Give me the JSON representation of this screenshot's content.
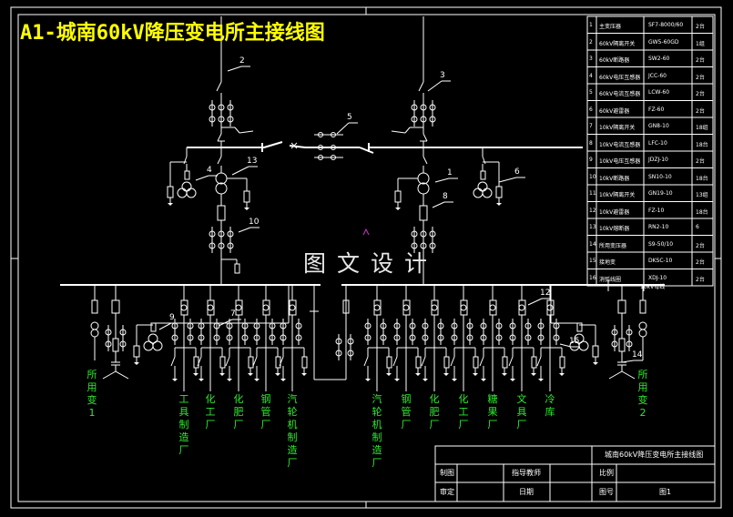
{
  "title": "A1-城南60kV降压变电所主接线图",
  "watermark": "图文设计",
  "colors": {
    "background": "#000000",
    "lines": "#ffffff",
    "title": "#ffff00",
    "labels": "#2ee82e",
    "marker": "#cc33cc"
  },
  "callouts": [
    "2",
    "3",
    "5",
    "4",
    "13",
    "1",
    "8",
    "10",
    "6",
    "9",
    "7",
    "12",
    "15",
    "14"
  ],
  "feeders_left": [
    "所用变1",
    "工具制造厂",
    "化工厂",
    "化肥厂",
    "钢管厂",
    "汽轮机制造厂"
  ],
  "feeders_right": [
    "汽轮机制造厂",
    "钢管厂",
    "化肥厂",
    "化工厂",
    "糖果厂",
    "文具厂",
    "冷库",
    "所用变2"
  ],
  "equipment_table": {
    "rows": [
      [
        "1",
        "主变压器",
        "SF7-8000/60",
        "2台"
      ],
      [
        "2",
        "60kV隔离开关",
        "GW5-60GD",
        "1组"
      ],
      [
        "3",
        "60kV断路器",
        "SW2-60",
        "2台"
      ],
      [
        "4",
        "60kV电压互感器",
        "JCC-60",
        "2台"
      ],
      [
        "5",
        "60kV电流互感器",
        "LCW-60",
        "2台"
      ],
      [
        "6",
        "60kV避雷器",
        "FZ-60",
        "2台"
      ],
      [
        "7",
        "10kV隔离开关",
        "GN8-10",
        "18组"
      ],
      [
        "8",
        "10kV电流互感器",
        "LFC-10",
        "18台"
      ],
      [
        "9",
        "10kV电压互感器",
        "JDZJ-10",
        "2台"
      ],
      [
        "10",
        "10kV断路器",
        "SN10-10",
        "18台"
      ],
      [
        "11",
        "10kV隔离开关",
        "GN19-10",
        "13组"
      ],
      [
        "12",
        "10kV避雷器",
        "FZ-10",
        "18台"
      ],
      [
        "13",
        "10kV熔断器",
        "RN2-10",
        "6"
      ],
      [
        "14",
        "所用变压器",
        "S9-50/10",
        "2台"
      ],
      [
        "15",
        "接地变",
        "DKSC-10",
        "2台"
      ],
      [
        "16",
        "消弧线圈",
        "XDJ-10",
        "2台"
      ]
    ],
    "footer": "10kV母线"
  },
  "title_block": {
    "drawing_name": "城南60kV降压变电所主接线图",
    "drawn_by_label": "制图",
    "advisor_label": "指导教师",
    "scale_label": "比例",
    "reviewed_label": "审定",
    "date_label": "日期",
    "drawing_no_label": "图号",
    "drawing_no": "图1"
  }
}
